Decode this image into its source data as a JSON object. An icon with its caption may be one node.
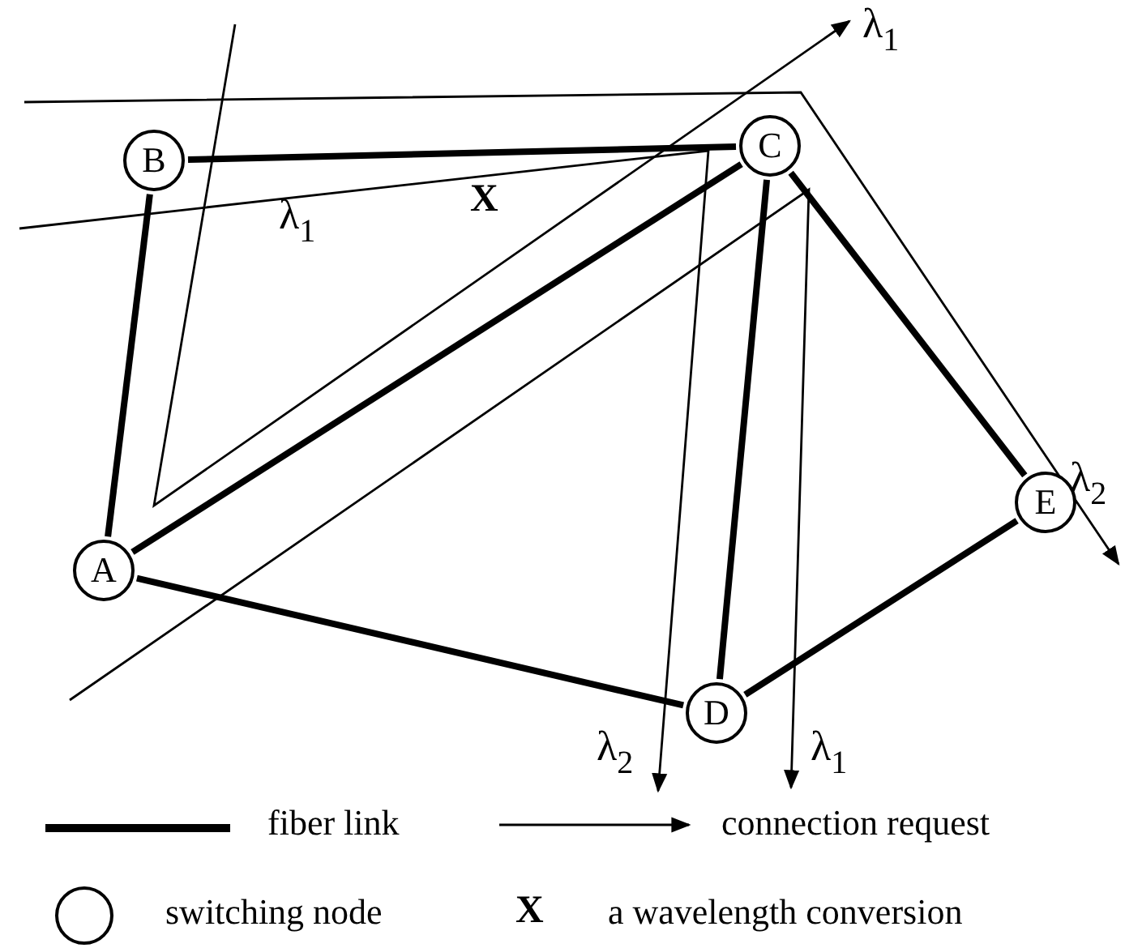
{
  "diagram": {
    "nodes": [
      {
        "text": [
          "B"
        ]
      },
      {
        "text": [
          "C"
        ]
      },
      {
        "text": [
          "E"
        ]
      },
      {
        "text": [
          "A"
        ]
      },
      {
        "text": [
          "D"
        ]
      }
    ],
    "edges": [
      {
        "from": 0,
        "to": 1,
        "arrow": "none"
      },
      {
        "from": 3,
        "to": 0,
        "arrow": "none"
      },
      {
        "from": 3,
        "to": 1,
        "arrow": "none"
      },
      {
        "from": 1,
        "to": 4,
        "arrow": "none"
      },
      {
        "from": 1,
        "to": 2,
        "arrow": "none"
      },
      {
        "from": 3,
        "to": 4,
        "arrow": "none"
      },
      {
        "from": 4,
        "to": 2,
        "arrow": "none"
      }
    ],
    "labels": [
      "λ$_{1}$",
      "X",
      "λ$_{1}$",
      "λ$_{2}$",
      "λ$_{2}$",
      "λ$_{1}$",
      "X"
    ],
    "legend": [
      {
        "text": "fiber link"
      },
      {
        "text": "connection request"
      },
      {
        "text": "switching node"
      },
      {
        "text": "a wavelength conversion"
      }
    ]
  }
}
